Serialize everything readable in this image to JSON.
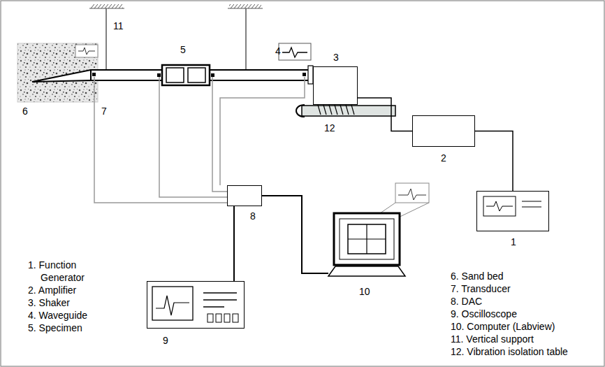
{
  "diagram": {
    "nodes": [
      {
        "text": [
          "1"
        ]
      },
      {
        "text": [
          "2"
        ]
      },
      {
        "text": [
          "3"
        ]
      },
      {
        "text": [
          "8"
        ]
      },
      {
        "text": [
          "9"
        ]
      },
      {
        "text": [
          "10"
        ]
      }
    ],
    "edges": [
      {
        "from": 0,
        "to": 1,
        "arrow": "none"
      },
      {
        "from": 1,
        "to": 2,
        "arrow": "none"
      },
      {
        "from": 3,
        "to": 4,
        "arrow": "none"
      },
      {
        "from": 3,
        "to": 5,
        "arrow": "none"
      }
    ],
    "labels": [
      "4",
      "5",
      "6",
      "7",
      "11",
      "12",
      "1. Function Generator",
      "2. Amplifier",
      "3. Shaker",
      "4. Waveguide",
      "5. Specimen",
      "6. Sand bed",
      "7. Transducer",
      "8. DAC",
      "9. Oscilloscope",
      "10. Computer (Labview)",
      "11. Vertical support",
      "12. Vibration isolation table"
    ]
  }
}
